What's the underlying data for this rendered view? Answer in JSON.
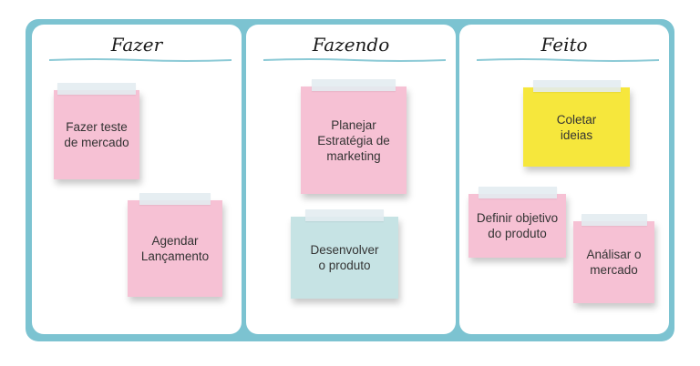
{
  "columns": [
    {
      "title": "Fazer",
      "notes": [
        {
          "text": "Fazer teste\nde mercado",
          "color": "pink"
        },
        {
          "text": "Agendar\nLançamento",
          "color": "pink"
        }
      ]
    },
    {
      "title": "Fazendo",
      "notes": [
        {
          "text": "Planejar\nEstratégia de\nmarketing",
          "color": "pink"
        },
        {
          "text": "Desenvolver\no produto",
          "color": "teal"
        }
      ]
    },
    {
      "title": "Feito",
      "notes": [
        {
          "text": "Coletar\nideias",
          "color": "yellow"
        },
        {
          "text": "Definir objetivo\ndo produto",
          "color": "pink"
        },
        {
          "text": "Análisar o\nmercado",
          "color": "pink"
        }
      ]
    }
  ],
  "colors": {
    "board_border": "#7cc3d1",
    "brush_stroke": "#8ccad6",
    "note_pink": "#f6c1d4",
    "note_teal": "#c6e3e4",
    "note_yellow": "#f6e73c"
  }
}
